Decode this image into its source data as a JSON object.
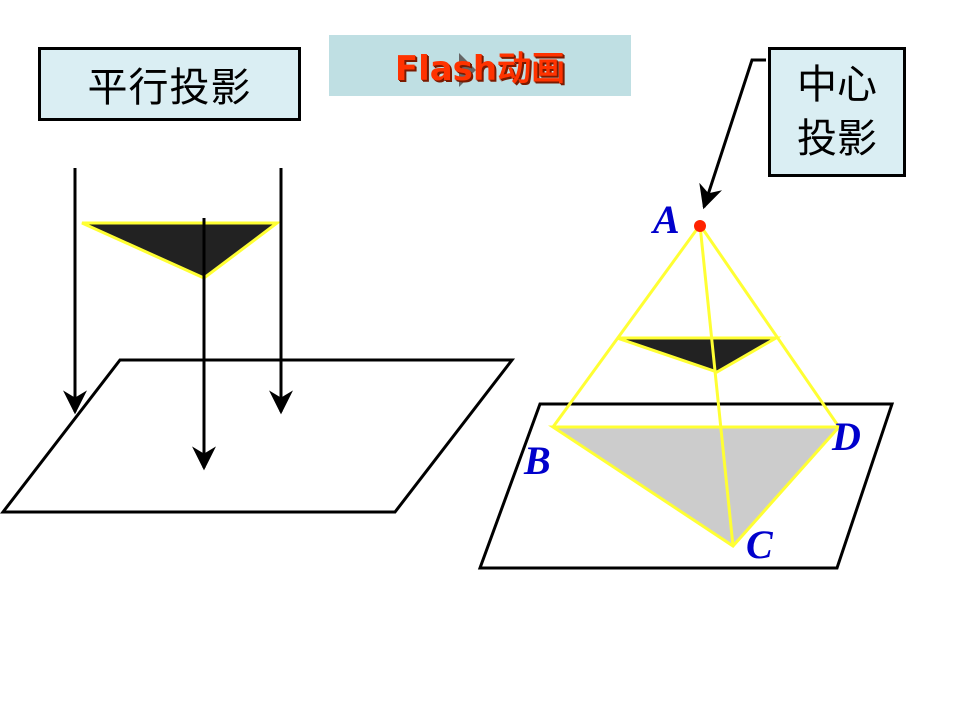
{
  "parallel_projection": {
    "label": "平行投影"
  },
  "central_projection": {
    "line1": "中心",
    "line2": "投影"
  },
  "flash_button": {
    "label": "Flash动画"
  },
  "points": {
    "A": "A",
    "B": "B",
    "C": "C",
    "D": "D"
  },
  "colors": {
    "box_fill": "#daeef3",
    "flash_bg": "#bfdfe3",
    "flash_text": "#ff3300",
    "projection_lines": "#ffff33",
    "point_labels": "#0000cc",
    "light_source": "#ff2200",
    "shadow_fill": "#cccccc",
    "triangle_fill": "#222222"
  },
  "icons": {
    "play": "play-triangle-icon"
  }
}
